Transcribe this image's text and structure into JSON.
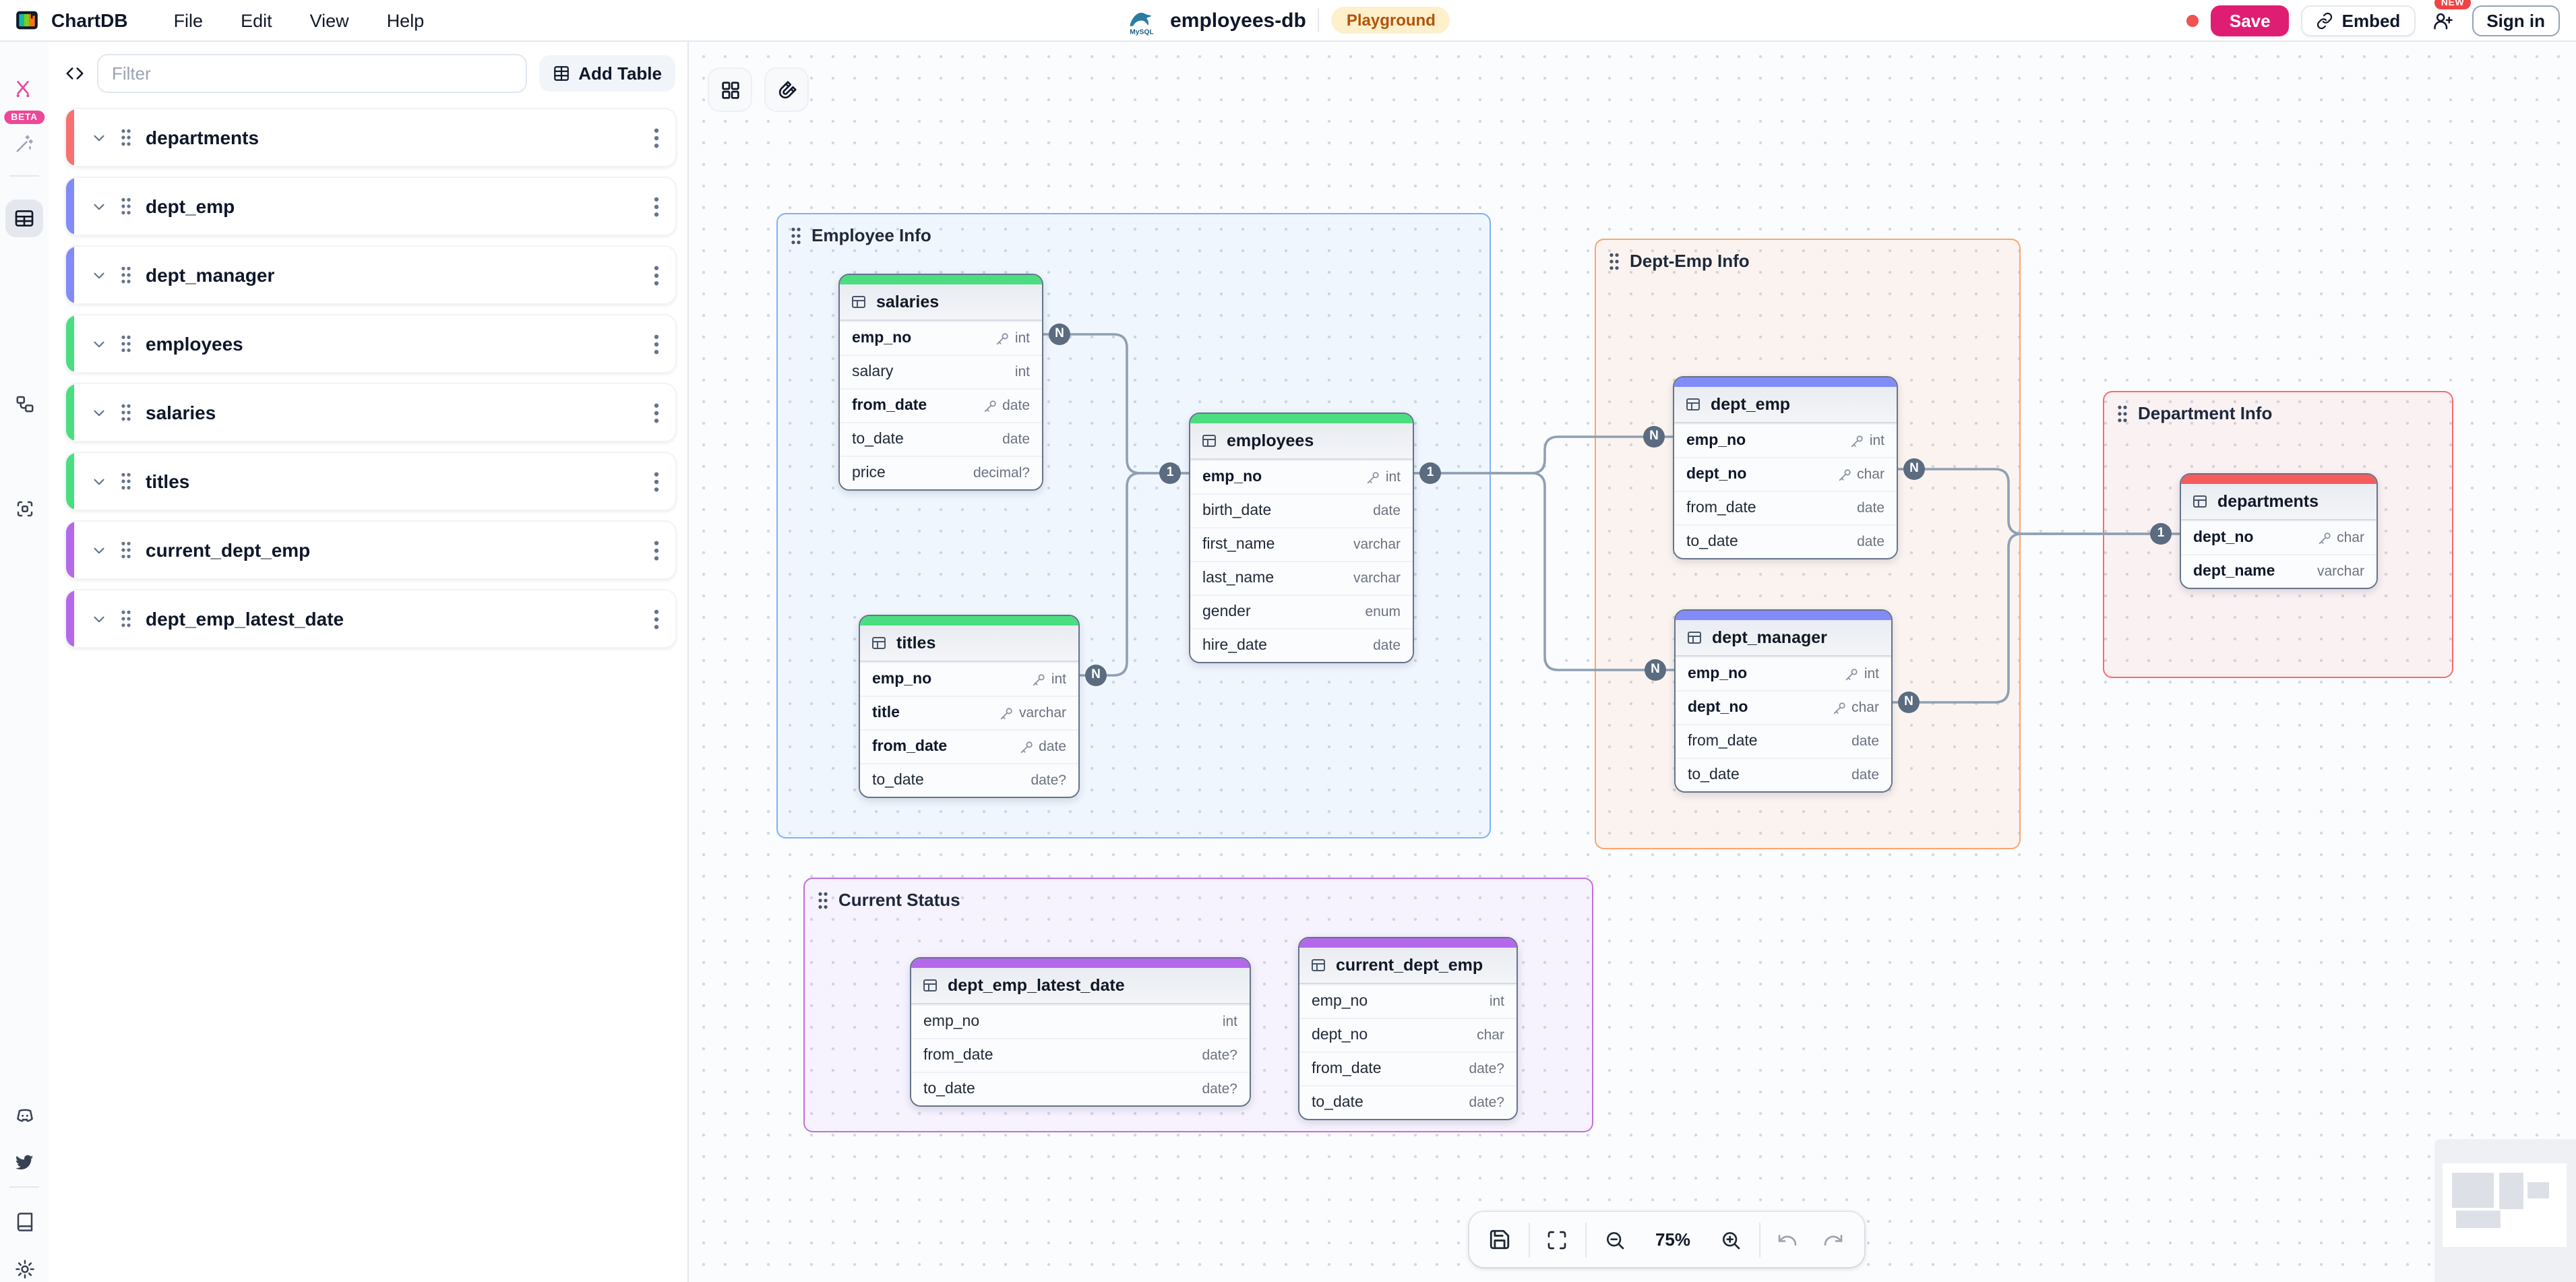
{
  "header": {
    "app_name": "ChartDB",
    "menus": [
      {
        "label": "File"
      },
      {
        "label": "Edit"
      },
      {
        "label": "View"
      },
      {
        "label": "Help"
      }
    ],
    "database_name": "employees-db",
    "database_engine": "MySQL",
    "environment_badge": "Playground",
    "unsaved_indicator_color": "#f05252",
    "save_label": "Save",
    "save_color": "#df1d72",
    "embed_label": "Embed",
    "new_badge": "NEW",
    "signin_label": "Sign in"
  },
  "sidebar": {
    "beta_badge": "BETA",
    "filter_placeholder": "Filter",
    "add_table_label": "Add Table",
    "tables": [
      {
        "name": "departments",
        "color": "#f87171"
      },
      {
        "name": "dept_emp",
        "color": "#818cf8"
      },
      {
        "name": "dept_manager",
        "color": "#818cf8"
      },
      {
        "name": "employees",
        "color": "#4ade80"
      },
      {
        "name": "salaries",
        "color": "#4ade80"
      },
      {
        "name": "titles",
        "color": "#4ade80"
      },
      {
        "name": "current_dept_emp",
        "color": "#b468ea"
      },
      {
        "name": "dept_emp_latest_date",
        "color": "#b468ea"
      }
    ]
  },
  "canvas": {
    "zoom_level": "75%",
    "areas": [
      {
        "id": "employee-info",
        "label": "Employee Info",
        "border": "#7eb1f5",
        "fill": "rgba(96,165,250,0.07)"
      },
      {
        "id": "dept-emp-info",
        "label": "Dept-Emp Info",
        "border": "#fca46f",
        "fill": "rgba(251,146,60,0.08)"
      },
      {
        "id": "department-info",
        "label": "Department Info",
        "border": "#f76c6c",
        "fill": "rgba(248,113,113,0.08)"
      },
      {
        "id": "current-status",
        "label": "Current Status",
        "border": "#c36fdd",
        "fill": "rgba(192,132,252,0.08)"
      }
    ],
    "tables": [
      {
        "id": "salaries",
        "name": "salaries",
        "color": "#4ade80",
        "fields": [
          {
            "name": "emp_no",
            "type": "int",
            "key": true
          },
          {
            "name": "salary",
            "type": "int"
          },
          {
            "name": "from_date",
            "type": "date",
            "key": true
          },
          {
            "name": "to_date",
            "type": "date"
          },
          {
            "name": "price",
            "type": "decimal?"
          }
        ]
      },
      {
        "id": "employees",
        "name": "employees",
        "color": "#4ade80",
        "fields": [
          {
            "name": "emp_no",
            "type": "int",
            "key": true
          },
          {
            "name": "birth_date",
            "type": "date"
          },
          {
            "name": "first_name",
            "type": "varchar"
          },
          {
            "name": "last_name",
            "type": "varchar"
          },
          {
            "name": "gender",
            "type": "enum"
          },
          {
            "name": "hire_date",
            "type": "date"
          }
        ]
      },
      {
        "id": "titles",
        "name": "titles",
        "color": "#4ade80",
        "fields": [
          {
            "name": "emp_no",
            "type": "int",
            "key": true
          },
          {
            "name": "title",
            "type": "varchar",
            "key": true
          },
          {
            "name": "from_date",
            "type": "date",
            "key": true
          },
          {
            "name": "to_date",
            "type": "date?"
          }
        ]
      },
      {
        "id": "dept_emp",
        "name": "dept_emp",
        "color": "#818cf8",
        "fields": [
          {
            "name": "emp_no",
            "type": "int",
            "key": true
          },
          {
            "name": "dept_no",
            "type": "char",
            "key": true
          },
          {
            "name": "from_date",
            "type": "date"
          },
          {
            "name": "to_date",
            "type": "date"
          }
        ]
      },
      {
        "id": "dept_manager",
        "name": "dept_manager",
        "color": "#818cf8",
        "fields": [
          {
            "name": "emp_no",
            "type": "int",
            "key": true
          },
          {
            "name": "dept_no",
            "type": "char",
            "key": true
          },
          {
            "name": "from_date",
            "type": "date"
          },
          {
            "name": "to_date",
            "type": "date"
          }
        ]
      },
      {
        "id": "departments",
        "name": "departments",
        "color": "#f65c5c",
        "fields": [
          {
            "name": "dept_no",
            "type": "char",
            "key": true
          },
          {
            "name": "dept_name",
            "type": "varchar",
            "bold": true
          }
        ]
      },
      {
        "id": "dept_emp_latest_date",
        "name": "dept_emp_latest_date",
        "color": "#b468ea",
        "fields": [
          {
            "name": "emp_no",
            "type": "int"
          },
          {
            "name": "from_date",
            "type": "date?"
          },
          {
            "name": "to_date",
            "type": "date?"
          }
        ]
      },
      {
        "id": "current_dept_emp",
        "name": "current_dept_emp",
        "color": "#b468ea",
        "fields": [
          {
            "name": "emp_no",
            "type": "int"
          },
          {
            "name": "dept_no",
            "type": "char"
          },
          {
            "name": "from_date",
            "type": "date?"
          },
          {
            "name": "to_date",
            "type": "date?"
          }
        ]
      }
    ],
    "relationships": [
      {
        "from": "salaries.emp_no",
        "from_label": "N",
        "to": "employees.emp_no",
        "to_label": "1"
      },
      {
        "from": "titles.emp_no",
        "from_label": "N",
        "to": "employees.emp_no",
        "to_label": "1"
      },
      {
        "from": "dept_emp.emp_no",
        "from_label": "N",
        "to": "employees.emp_no",
        "to_label": "1"
      },
      {
        "from": "dept_manager.emp_no",
        "from_label": "N",
        "to": "employees.emp_no",
        "to_label": "1"
      },
      {
        "from": "dept_emp.dept_no",
        "from_label": "N",
        "to": "departments.dept_no",
        "to_label": "1"
      },
      {
        "from": "dept_manager.dept_no",
        "from_label": "N",
        "to": "departments.dept_no",
        "to_label": "1"
      }
    ]
  }
}
